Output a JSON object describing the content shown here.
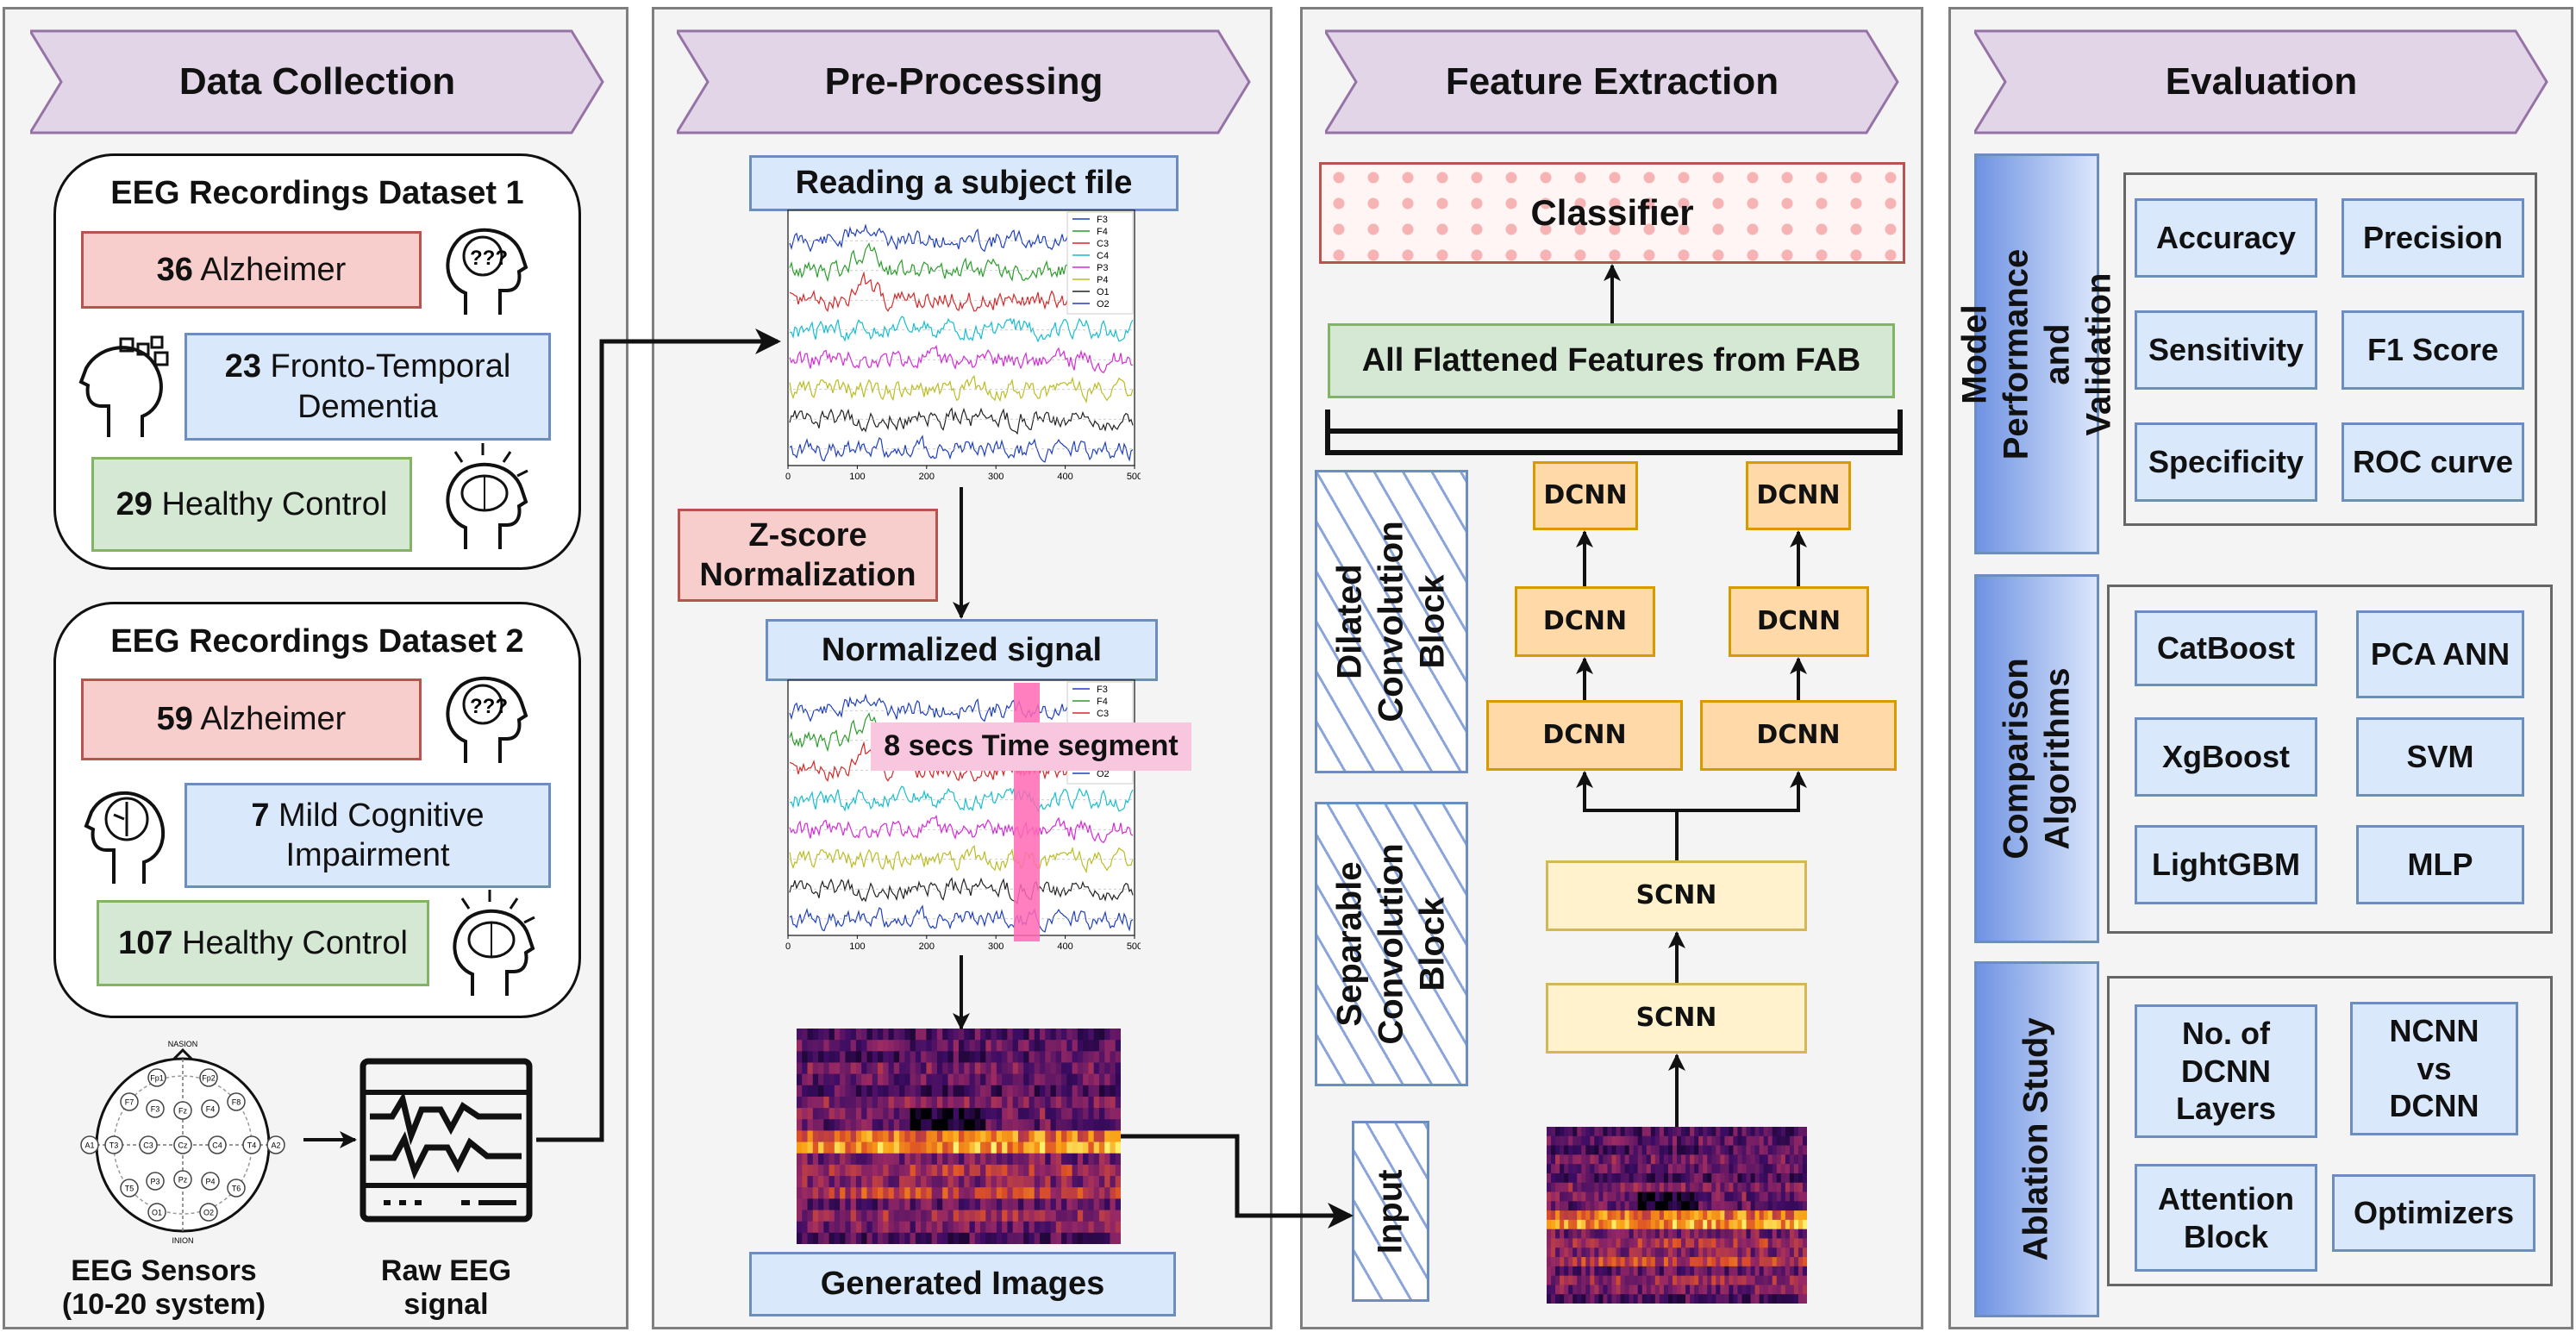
{
  "colors": {
    "banner_fill": "#e1d5e7",
    "banner_stroke": "#9673a6",
    "red_fill": "#f8cecc",
    "blue_fill": "#dae8fc",
    "green_fill": "#d5e8d4",
    "orange_fill": "#ffd9a8",
    "yellow_fill": "#fff2cc",
    "segment_highlight": "#ff69b4"
  },
  "stages": {
    "data_collection": "Data Collection",
    "pre_processing": "Pre-Processing",
    "feature_extraction": "Feature Extraction",
    "evaluation": "Evaluation"
  },
  "data_collection": {
    "dataset1": {
      "title": "EEG Recordings Dataset 1",
      "items": [
        {
          "count": "36",
          "label": " Alzheimer",
          "icon": "brain-question-icon"
        },
        {
          "count": "23",
          "label": " Fronto-Temporal Dementia",
          "icon": "head-puzzle-icon"
        },
        {
          "count": "29",
          "label": " Healthy Control",
          "icon": "brain-idea-icon"
        }
      ]
    },
    "dataset2": {
      "title": "EEG Recordings Dataset 2",
      "items": [
        {
          "count": "59",
          "label": " Alzheimer",
          "icon": "brain-question-icon"
        },
        {
          "count": "7",
          "label": " Mild Cognitive Impairment",
          "icon": "head-gauge-icon"
        },
        {
          "count": "107",
          "label": " Healthy Control",
          "icon": "brain-idea-icon"
        }
      ]
    },
    "sensors_caption": "EEG Sensors\n(10-20 system)",
    "raw_caption": "Raw EEG\nsignal",
    "electrodes": [
      "NASION",
      "Fp1",
      "Fp2",
      "F7",
      "F3",
      "Fz",
      "F4",
      "F8",
      "A1",
      "T3",
      "C3",
      "Cz",
      "C4",
      "T4",
      "A2",
      "T5",
      "P3",
      "Pz",
      "P4",
      "T6",
      "O1",
      "O2",
      "INION"
    ]
  },
  "pre_processing": {
    "read_label": "Reading a subject file",
    "zscore_label": "Z-score\nNormalization",
    "normalized_label": "Normalized signal",
    "segment_label": "8 secs Time segment",
    "generated_label": "Generated Images",
    "channels": [
      "F3",
      "F4",
      "C3",
      "C4",
      "P3",
      "P4",
      "O1",
      "O2"
    ],
    "channels_short": [
      "F3",
      "F4",
      "C3",
      "",
      "P3",
      "",
      "O1",
      "O2"
    ],
    "x_ticks": [
      "0",
      "100",
      "200",
      "300",
      "400",
      "500"
    ]
  },
  "feature_extraction": {
    "classifier_label": "Classifier",
    "flatten_label": "All Flattened Features from FAB",
    "dilated_block_label": "Dilated\nConvolution\nBlock",
    "separable_block_label": "Separable\nConvolution\nBlock",
    "input_label": "Input",
    "dcnn_label": "DCNN",
    "scnn_label": "SCNN"
  },
  "evaluation": {
    "model_performance": {
      "title": "Model Performance\nand Validation",
      "metrics": [
        "Accuracy",
        "Precision",
        "Sensitivity",
        "F1 Score",
        "Specificity",
        "ROC curve"
      ]
    },
    "comparison": {
      "title": "Comparison\nAlgorithms",
      "algorithms": [
        "CatBoost",
        "PCA ANN",
        "XgBoost",
        "SVM",
        "LightGBM",
        "MLP"
      ]
    },
    "ablation": {
      "title": "Ablation Study",
      "items": [
        "No. of\nDCNN\nLayers",
        "NCNN\nvs\nDCNN",
        "Attention\nBlock",
        "Optimizers"
      ]
    }
  }
}
